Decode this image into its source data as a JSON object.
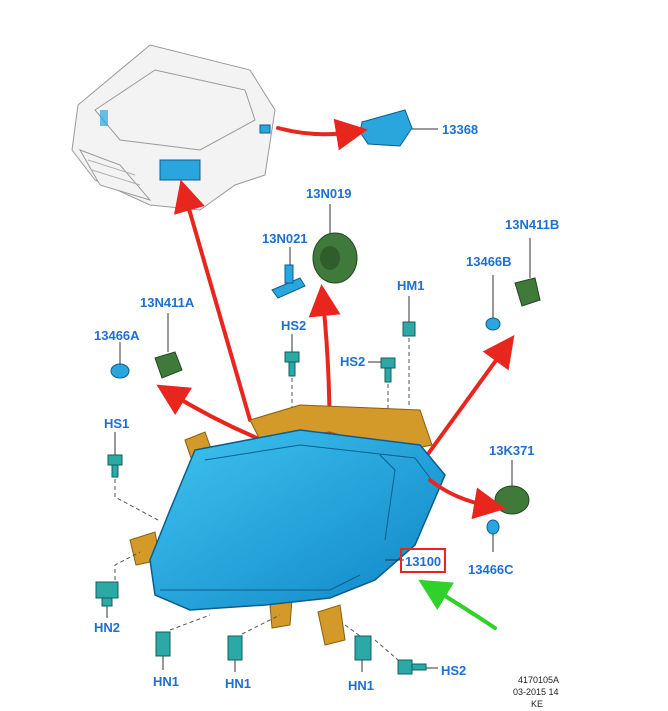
{
  "labels": {
    "p13368": "13368",
    "p13N019": "13N019",
    "p13N021": "13N021",
    "p13N411B": "13N411B",
    "p13466B": "13466B",
    "p13N411A": "13N411A",
    "p13466A": "13466A",
    "pHM1": "HM1",
    "pHS2_top": "HS2",
    "pHS2_mid": "HS2",
    "pHS1": "HS1",
    "p13K371": "13K371",
    "p13466C": "13466C",
    "p13100": "13100",
    "pHN2": "HN2",
    "pHN1_a": "HN1",
    "pHN1_b": "HN1",
    "pHN1_c": "HN1",
    "pHS2_bottom": "HS2"
  },
  "footer": {
    "ref": "4170105A",
    "date": "03-2015 14",
    "code": "KE"
  },
  "colors": {
    "label": "#1f6fd1",
    "arrow": "#e8261d",
    "pointer": "#2fd12a",
    "highlight_box": "#e8261d"
  }
}
